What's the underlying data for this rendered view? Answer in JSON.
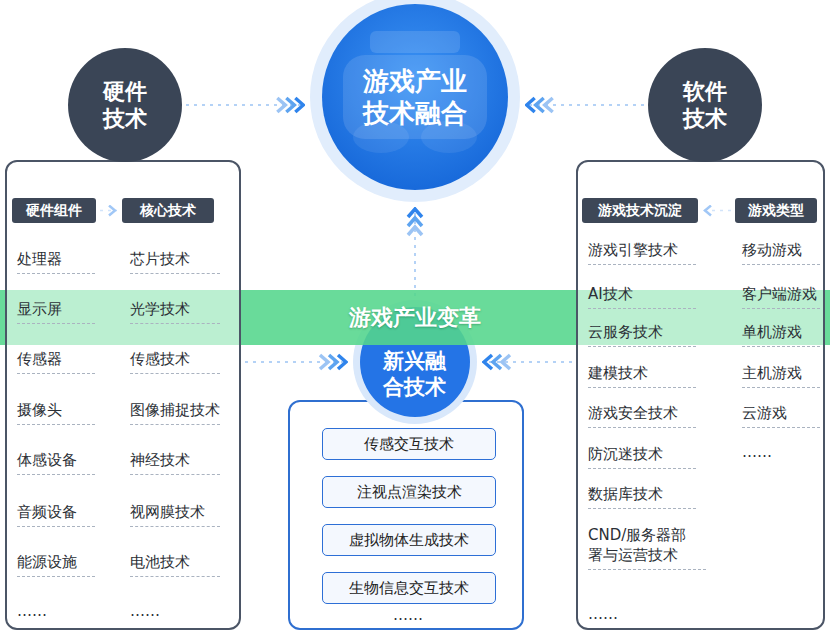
{
  "diagram": {
    "nodes": [
      {
        "text": [
          "游戏产业 技术融合"
        ]
      },
      {
        "text": [
          "硬件 技术"
        ]
      },
      {
        "text": [
          "软件 技术"
        ]
      },
      {
        "text": [
          "处理器",
          "芯片技术",
          "显示屏",
          "光学技术",
          "传感器",
          "传感技术",
          "摄像头",
          "图像捕捉技术",
          "体感设备",
          "神经技术",
          "音频设备",
          "视网膜技术",
          "能源设施",
          "电池技术",
          "……",
          "……"
        ]
      },
      {
        "text": [
          "硬件组件"
        ],
        "in": 3
      },
      {
        "text": [
          "核心技术"
        ],
        "in": 3
      },
      {
        "text": [
          "游戏引擎技术",
          "移动游戏",
          "AI技术",
          "客户端游戏",
          "云服务技术",
          "单机游戏",
          "建模技术",
          "主机游戏",
          "游戏安全技术",
          "云游戏",
          "防沉迷技术",
          "……",
          "数据库技术",
          "CND/服务器部 署与运营技术",
          "……"
        ]
      },
      {
        "text": [
          "游戏技术沉淀"
        ],
        "in": 6
      },
      {
        "text": [
          "游戏类型"
        ],
        "in": 6
      },
      {
        "text": [
          "新兴融 合技术"
        ]
      },
      {
        "text": [
          "……"
        ]
      },
      {
        "text": [
          "传感交互技术"
        ],
        "in": 10
      },
      {
        "text": [
          "注视点渲染技术"
        ],
        "in": 10
      },
      {
        "text": [
          "虚拟物体生成技术"
        ],
        "in": 10
      },
      {
        "text": [
          "生物信息交互技术"
        ],
        "in": 10
      },
      {
        "text": [
          "游戏产业变革"
        ]
      }
    ],
    "edges": [
      {
        "from": 1,
        "to": 0,
        "arrow": "to"
      },
      {
        "from": 2,
        "to": 0,
        "arrow": "to"
      },
      {
        "from": 9,
        "to": 0,
        "arrow": "to"
      },
      {
        "from": 3,
        "to": 9,
        "arrow": "to"
      },
      {
        "from": 6,
        "to": 9,
        "arrow": "to"
      },
      {
        "from": 4,
        "to": 5,
        "arrow": "to"
      },
      {
        "from": 8,
        "to": 7,
        "arrow": "to"
      }
    ]
  }
}
